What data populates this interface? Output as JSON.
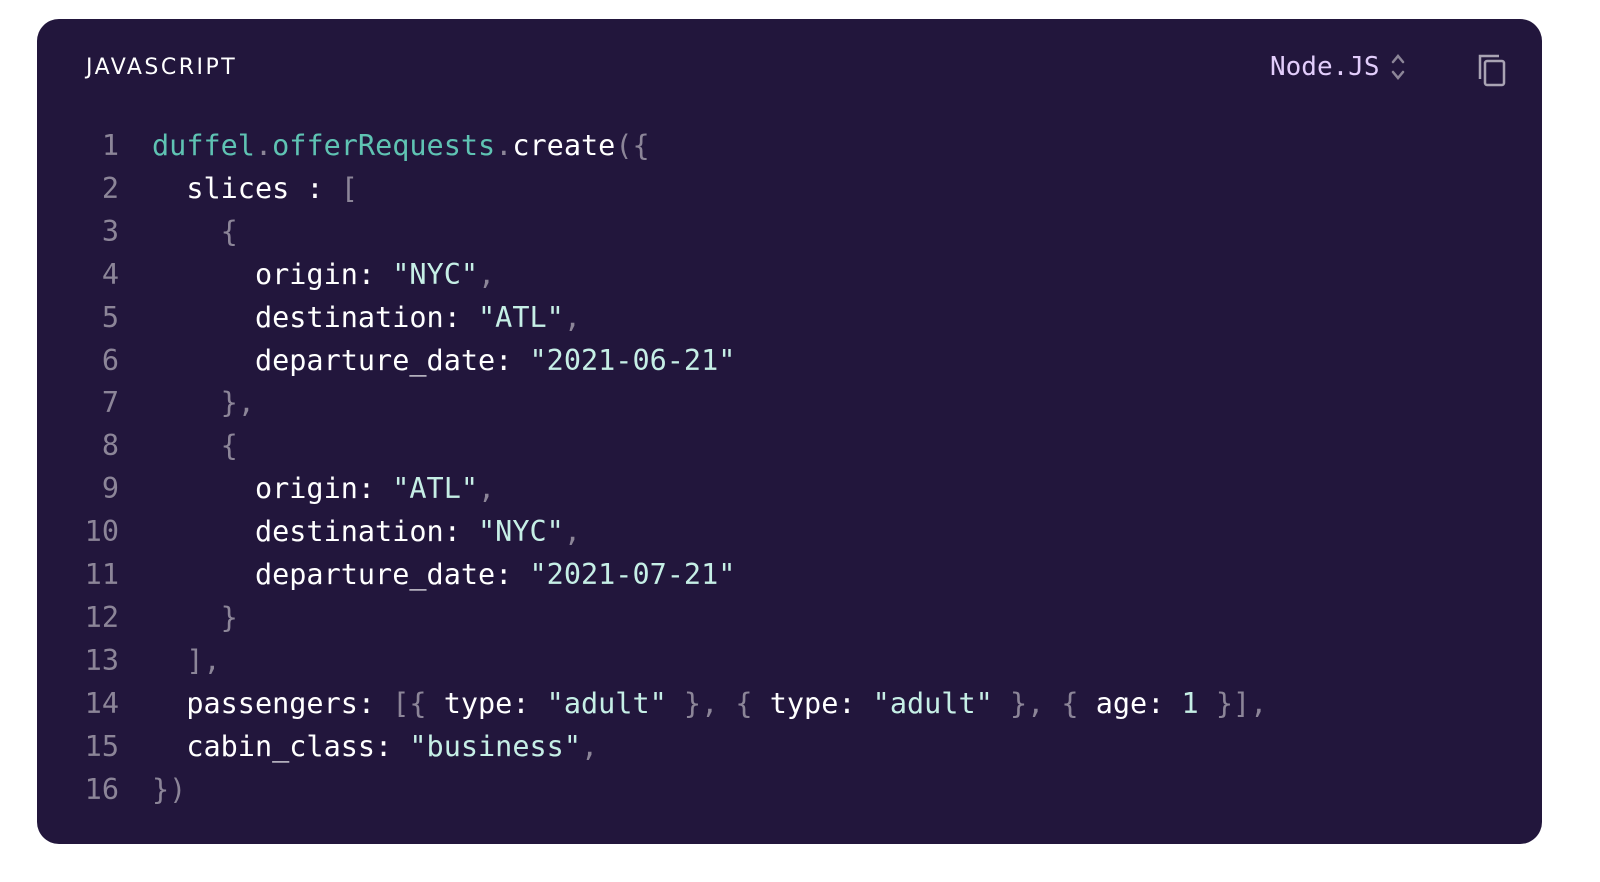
{
  "header": {
    "language": "JAVASCRIPT",
    "runtime": "Node.JS",
    "copy_icon": "copy-icon",
    "runtime_icon": "chevron-up-down-icon"
  },
  "code": [
    [
      [
        "duffel",
        "fn"
      ],
      [
        ".",
        "p"
      ],
      [
        "offerRequests",
        "fn"
      ],
      [
        ".",
        "p"
      ],
      [
        "create",
        "k"
      ],
      [
        "({",
        "p"
      ]
    ],
    [
      [
        "  slices : ",
        "k"
      ],
      [
        "[",
        "p"
      ]
    ],
    [
      [
        "    {",
        "p"
      ]
    ],
    [
      [
        "      origin: ",
        "k"
      ],
      [
        "\"NYC\"",
        "s"
      ],
      [
        ",",
        "p"
      ]
    ],
    [
      [
        "      destination: ",
        "k"
      ],
      [
        "\"ATL\"",
        "s"
      ],
      [
        ",",
        "p"
      ]
    ],
    [
      [
        "      departure_date: ",
        "k"
      ],
      [
        "\"2021-06-21\"",
        "s"
      ]
    ],
    [
      [
        "    },",
        "p"
      ]
    ],
    [
      [
        "    {",
        "p"
      ]
    ],
    [
      [
        "      origin: ",
        "k"
      ],
      [
        "\"ATL\"",
        "s"
      ],
      [
        ",",
        "p"
      ]
    ],
    [
      [
        "      destination: ",
        "k"
      ],
      [
        "\"NYC\"",
        "s"
      ],
      [
        ",",
        "p"
      ]
    ],
    [
      [
        "      departure_date: ",
        "k"
      ],
      [
        "\"2021-07-21\"",
        "s"
      ]
    ],
    [
      [
        "    }",
        "p"
      ]
    ],
    [
      [
        "  ],",
        "p"
      ]
    ],
    [
      [
        "  passengers: ",
        "k"
      ],
      [
        "[{ ",
        "p"
      ],
      [
        "type: ",
        "k"
      ],
      [
        "\"adult\"",
        "s"
      ],
      [
        " }, { ",
        "p"
      ],
      [
        "type: ",
        "k"
      ],
      [
        "\"adult\"",
        "s"
      ],
      [
        " }, { ",
        "p"
      ],
      [
        "age: ",
        "k"
      ],
      [
        "1",
        "n"
      ],
      [
        " }],",
        "p"
      ]
    ],
    [
      [
        "  cabin_class: ",
        "k"
      ],
      [
        "\"business\"",
        "s"
      ],
      [
        ",",
        "p"
      ]
    ],
    [
      [
        "})",
        "p"
      ]
    ]
  ]
}
